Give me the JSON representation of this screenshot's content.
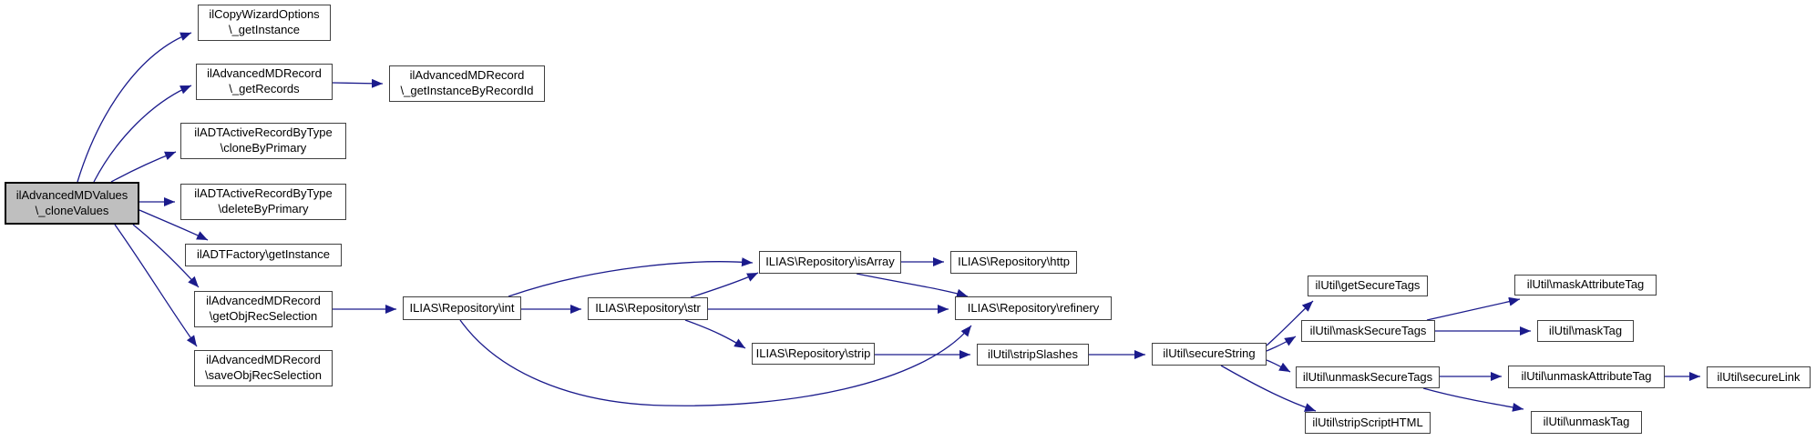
{
  "colors": {
    "edge": "#1b1b8c",
    "node_border": "#404040",
    "node_fill": "#ffffff",
    "root_fill": "#bfbfbf",
    "text": "#000000"
  },
  "nodes": [
    {
      "id": "clone-values",
      "label": "ilAdvancedMDValues\n\\_cloneValues"
    },
    {
      "id": "copy-wizard-get-instance",
      "label": "ilCopyWizardOptions\n\\_getInstance"
    },
    {
      "id": "get-records",
      "label": "ilAdvancedMDRecord\n\\_getRecords"
    },
    {
      "id": "clone-by-primary",
      "label": "ilADTActiveRecordByType\n\\cloneByPrimary"
    },
    {
      "id": "delete-by-primary",
      "label": "ilADTActiveRecordByType\n\\deleteByPrimary"
    },
    {
      "id": "adt-factory-get-instance",
      "label": "ilADTFactory\\getInstance"
    },
    {
      "id": "get-obj-rec-selection",
      "label": "ilAdvancedMDRecord\n\\getObjRecSelection"
    },
    {
      "id": "save-obj-rec-selection",
      "label": "ilAdvancedMDRecord\n\\saveObjRecSelection"
    },
    {
      "id": "get-instance-by-record-id",
      "label": "ilAdvancedMDRecord\n\\_getInstanceByRecordId"
    },
    {
      "id": "repo-int",
      "label": "ILIAS\\Repository\\int"
    },
    {
      "id": "repo-str",
      "label": "ILIAS\\Repository\\str"
    },
    {
      "id": "repo-is-array",
      "label": "ILIAS\\Repository\\isArray"
    },
    {
      "id": "repo-http",
      "label": "ILIAS\\Repository\\http"
    },
    {
      "id": "repo-refinery",
      "label": "ILIAS\\Repository\\refinery"
    },
    {
      "id": "repo-strip",
      "label": "ILIAS\\Repository\\strip"
    },
    {
      "id": "strip-slashes",
      "label": "ilUtil\\stripSlashes"
    },
    {
      "id": "secure-string",
      "label": "ilUtil\\secureString"
    },
    {
      "id": "get-secure-tags",
      "label": "ilUtil\\getSecureTags"
    },
    {
      "id": "mask-secure-tags",
      "label": "ilUtil\\maskSecureTags"
    },
    {
      "id": "unmask-secure-tags",
      "label": "ilUtil\\unmaskSecureTags"
    },
    {
      "id": "strip-script-html",
      "label": "ilUtil\\stripScriptHTML"
    },
    {
      "id": "mask-attribute-tag",
      "label": "ilUtil\\maskAttributeTag"
    },
    {
      "id": "mask-tag",
      "label": "ilUtil\\maskTag"
    },
    {
      "id": "unmask-attribute-tag",
      "label": "ilUtil\\unmaskAttributeTag"
    },
    {
      "id": "secure-link",
      "label": "ilUtil\\secureLink"
    },
    {
      "id": "unmask-tag",
      "label": "ilUtil\\unmaskTag"
    }
  ],
  "edges": [
    {
      "from": "clone-values",
      "to": "copy-wizard-get-instance"
    },
    {
      "from": "clone-values",
      "to": "get-records"
    },
    {
      "from": "clone-values",
      "to": "clone-by-primary"
    },
    {
      "from": "clone-values",
      "to": "delete-by-primary"
    },
    {
      "from": "clone-values",
      "to": "adt-factory-get-instance"
    },
    {
      "from": "clone-values",
      "to": "get-obj-rec-selection"
    },
    {
      "from": "clone-values",
      "to": "save-obj-rec-selection"
    },
    {
      "from": "get-records",
      "to": "get-instance-by-record-id"
    },
    {
      "from": "get-obj-rec-selection",
      "to": "repo-int"
    },
    {
      "from": "repo-int",
      "to": "repo-str"
    },
    {
      "from": "repo-int",
      "to": "repo-is-array"
    },
    {
      "from": "repo-int",
      "to": "repo-refinery"
    },
    {
      "from": "repo-str",
      "to": "repo-is-array"
    },
    {
      "from": "repo-str",
      "to": "repo-refinery"
    },
    {
      "from": "repo-str",
      "to": "repo-strip"
    },
    {
      "from": "repo-is-array",
      "to": "repo-http"
    },
    {
      "from": "repo-is-array",
      "to": "repo-refinery"
    },
    {
      "from": "repo-strip",
      "to": "strip-slashes"
    },
    {
      "from": "strip-slashes",
      "to": "secure-string"
    },
    {
      "from": "secure-string",
      "to": "get-secure-tags"
    },
    {
      "from": "secure-string",
      "to": "mask-secure-tags"
    },
    {
      "from": "secure-string",
      "to": "unmask-secure-tags"
    },
    {
      "from": "secure-string",
      "to": "strip-script-html"
    },
    {
      "from": "mask-secure-tags",
      "to": "mask-attribute-tag"
    },
    {
      "from": "mask-secure-tags",
      "to": "mask-tag"
    },
    {
      "from": "unmask-secure-tags",
      "to": "unmask-attribute-tag"
    },
    {
      "from": "unmask-secure-tags",
      "to": "unmask-tag"
    },
    {
      "from": "unmask-attribute-tag",
      "to": "secure-link"
    }
  ]
}
